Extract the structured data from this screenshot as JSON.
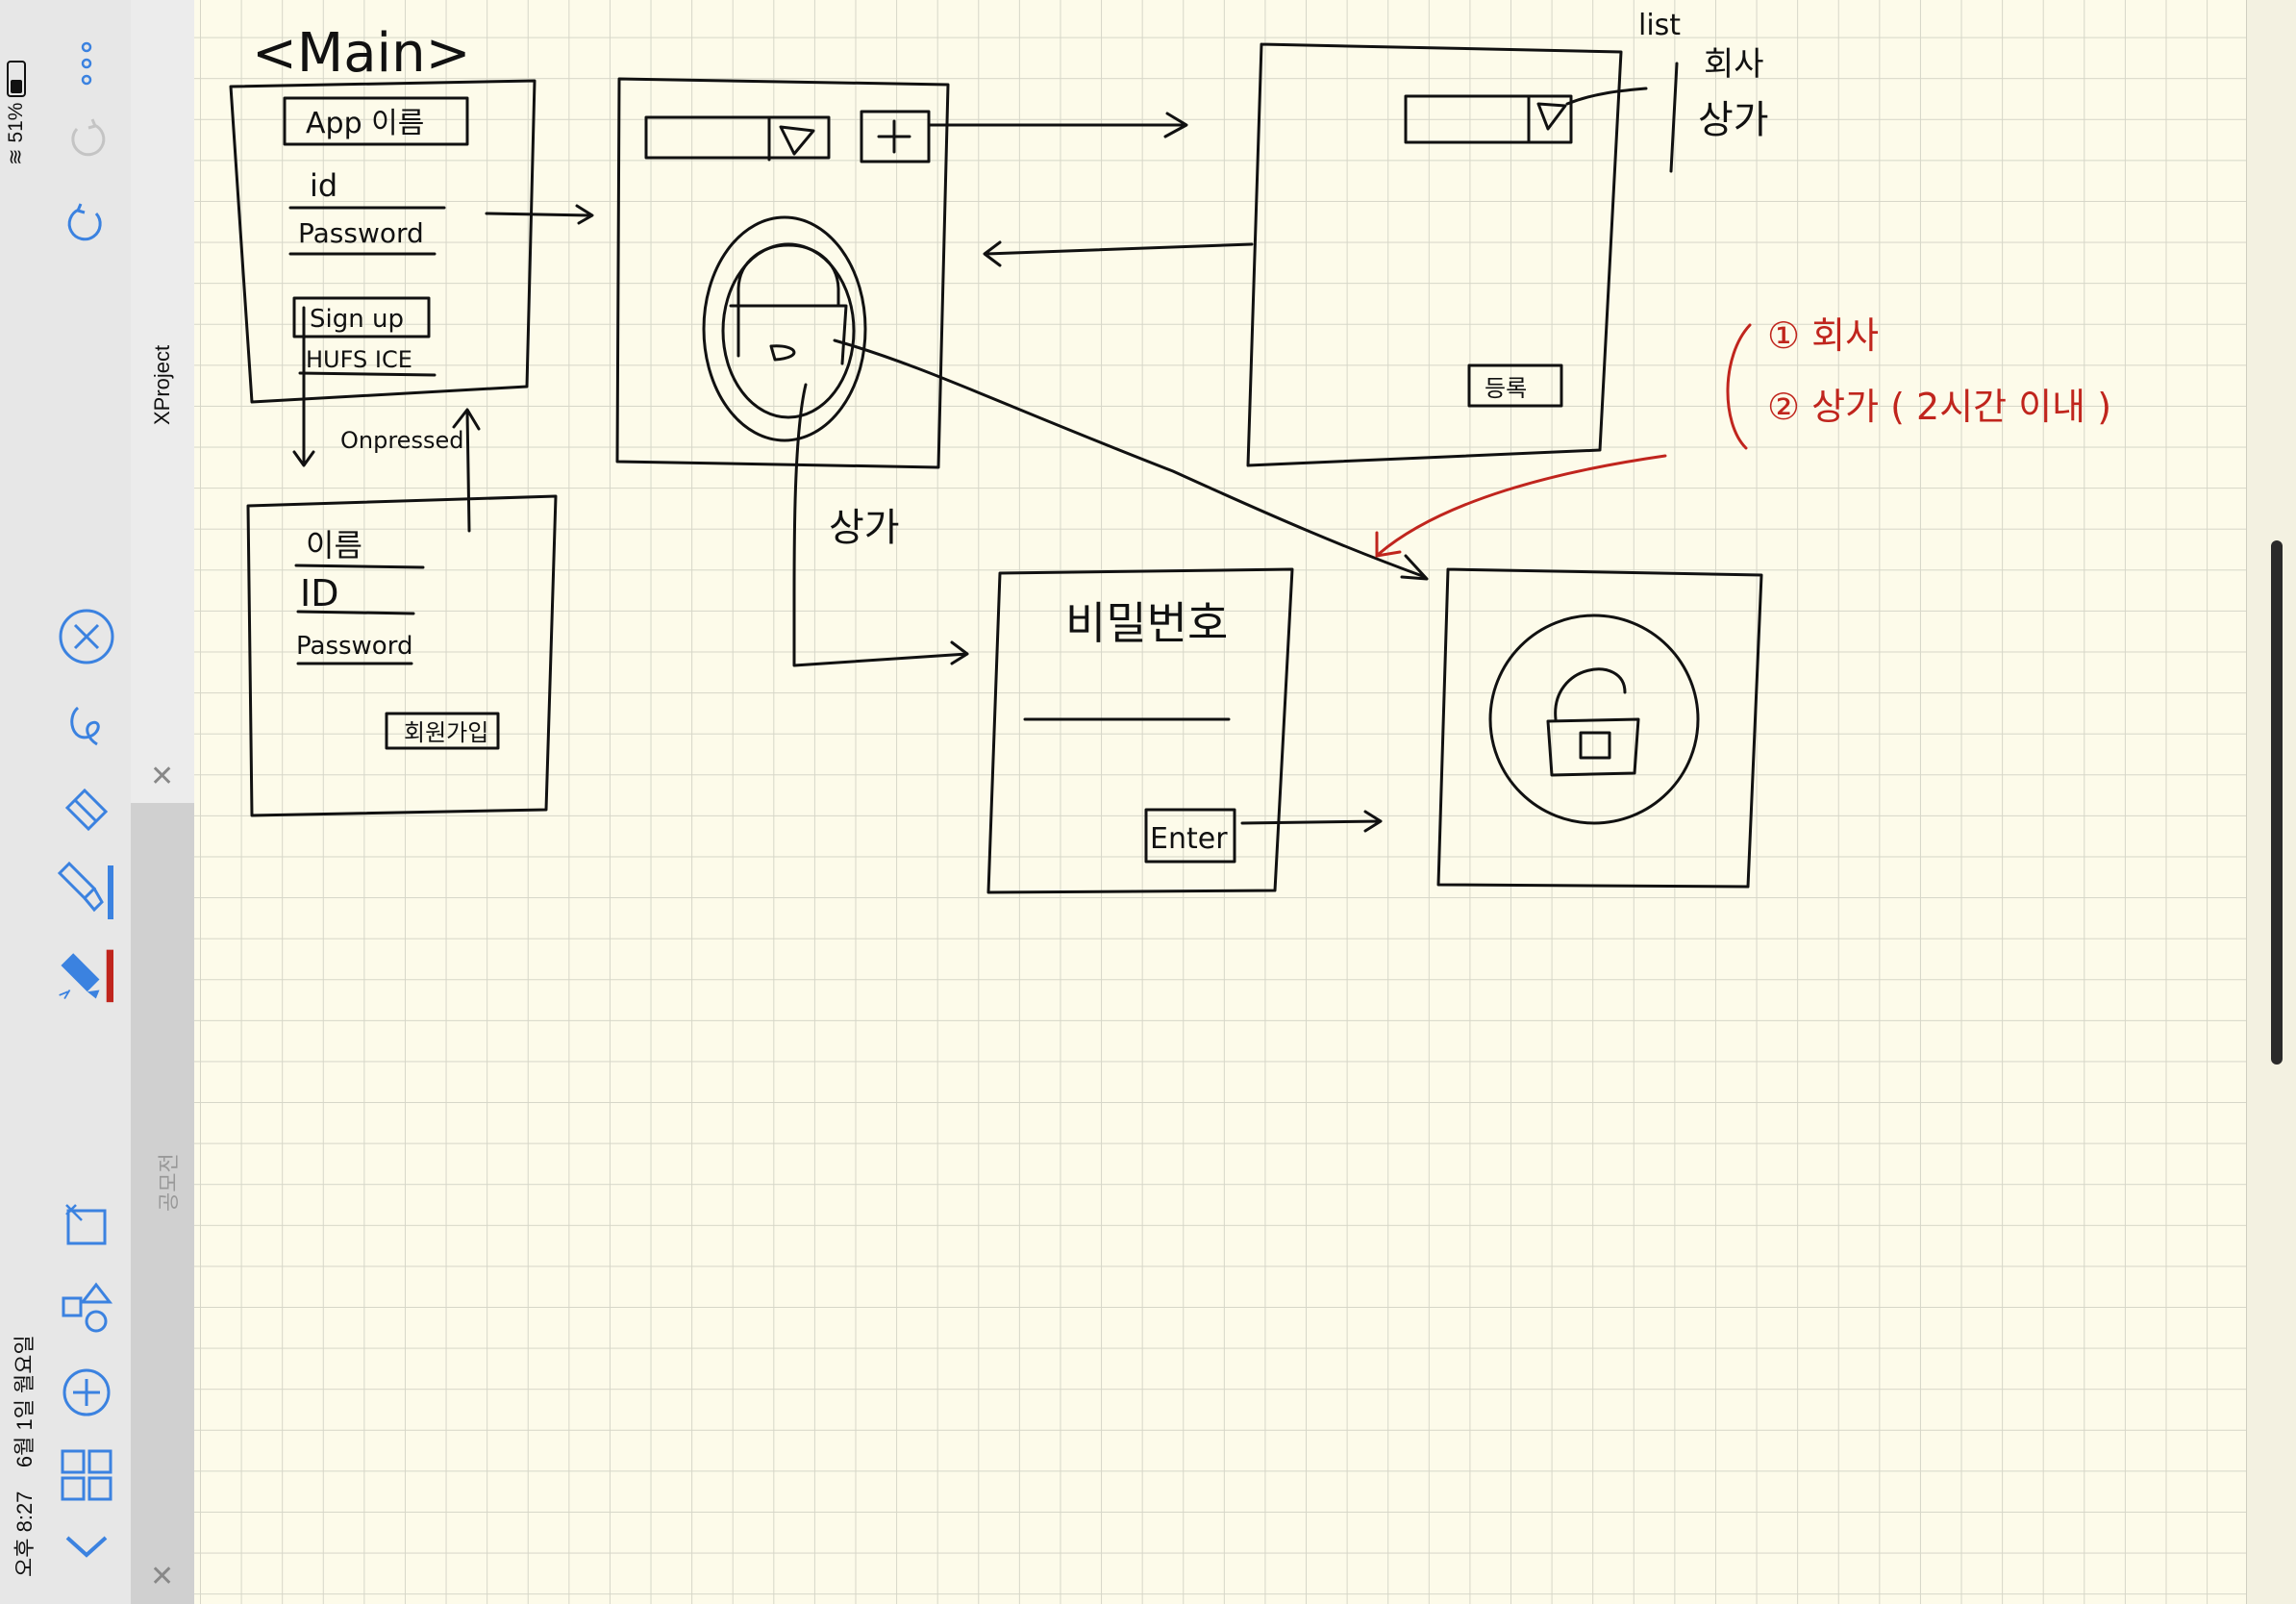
{
  "status": {
    "time": "오후 8:27",
    "date": "6월 1일 월요일",
    "battery": "51%"
  },
  "tabs": {
    "active": "XProject",
    "inactive": "공모전"
  },
  "toolbar": {
    "icons": [
      "more-icon",
      "redo-icon",
      "undo-icon",
      "lasso-icon",
      "eraser-icon",
      "highlighter-icon",
      "pen-icon",
      "text-box-icon",
      "shapes-icon",
      "add-icon",
      "grid-view-icon",
      "chevron-down-icon"
    ],
    "pen_color": "#c0251d",
    "highlighter_color": "#3b82e0"
  },
  "sketch": {
    "main_title": "<Main>",
    "login": {
      "app_name": "App 이름",
      "id": "id",
      "password": "Password",
      "sign_up": "Sign up",
      "team": "HUFS ICE"
    },
    "onpressed": "Onpressed",
    "signup": {
      "name": "이름",
      "id": "ID",
      "password": "Password",
      "register": "회원가입"
    },
    "list_note": "list",
    "list_items": [
      "회사",
      "상가"
    ],
    "register_button": "등록",
    "store_label": "상가",
    "password_screen": {
      "title": "비밀번호",
      "enter": "Enter"
    },
    "red_notes": [
      "① 회사",
      "② 상가 ( 2시간 이내 )"
    ]
  }
}
